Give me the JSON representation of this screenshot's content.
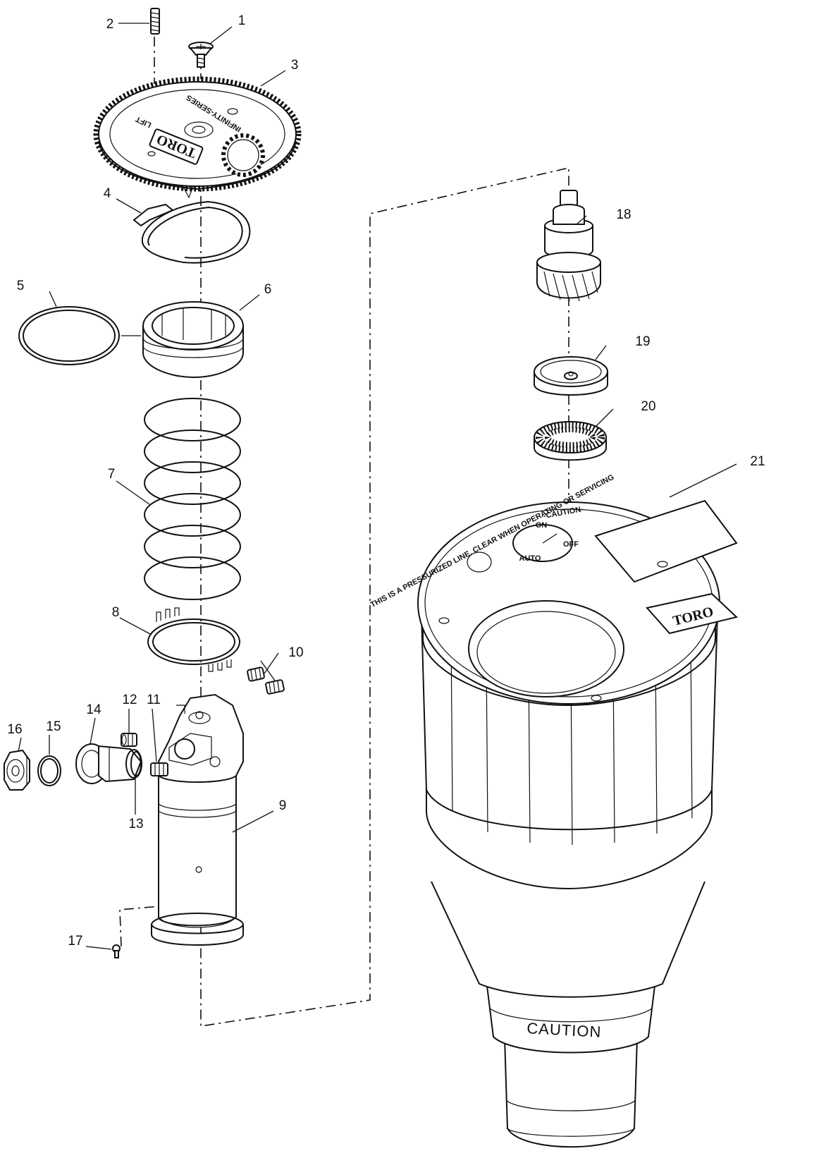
{
  "callouts": [
    "1",
    "2",
    "3",
    "4",
    "5",
    "6",
    "7",
    "8",
    "9",
    "10",
    "11",
    "12",
    "13",
    "14",
    "15",
    "16",
    "17",
    "18",
    "19",
    "20",
    "21"
  ],
  "markings": {
    "gear_series": "INFINITY-SERIES",
    "gear_lift": "LIFT",
    "brand": "TORO",
    "cap_caution": "-CAUTION-",
    "cap_warning": "THIS IS A PRESSURIZED LINE. CLEAR WHEN OPERATING OR SERVICING",
    "selector_on": "ON",
    "selector_off": "OFF",
    "selector_auto": "AUTO",
    "case_caution": "CAUTION"
  },
  "colors": {
    "line": "#111111",
    "background": "#ffffff"
  }
}
